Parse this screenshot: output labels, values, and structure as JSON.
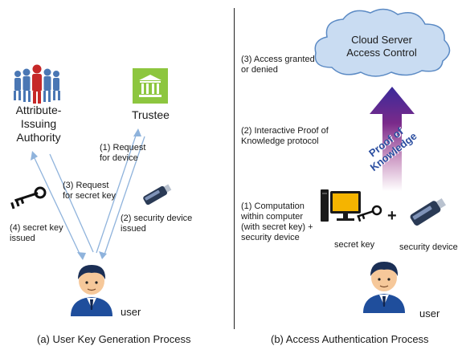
{
  "left": {
    "authority": {
      "line1": "Attribute-",
      "line2": "Issuing",
      "line3": "Authority"
    },
    "trustee": "Trustee",
    "step1": {
      "line1": "(1) Request",
      "line2": "for device"
    },
    "step2": {
      "line1": "(2) security device",
      "line2": "issued"
    },
    "step3": {
      "line1": "(3) Request",
      "line2": "for secret key"
    },
    "step4": {
      "line1": "(4) secret key",
      "line2": "issued"
    },
    "user": "user",
    "caption": "(a) User Key Generation Process"
  },
  "right": {
    "cloud": {
      "line1": "Cloud Server",
      "line2": "Access Control"
    },
    "step3": {
      "line1": "(3) Access granted",
      "line2": "or denied"
    },
    "step2": {
      "line1": "(2) Interactive Proof of",
      "line2": "Knowledge protocol"
    },
    "step1": {
      "line1": "(1) Computation",
      "line2": "within computer",
      "line3": "(with secret key) +",
      "line4": "security device"
    },
    "arrow_text": {
      "line1": "Proof of",
      "line2": "Knowledge"
    },
    "plus": "+",
    "secret_key": "secret key",
    "security_device": "security device",
    "user": "user",
    "caption": "(b) Access Authentication Process"
  },
  "colors": {
    "trustee_green": "#8dc63f",
    "authority_red": "#c62828",
    "authority_blue": "#4a77b4",
    "arrow_top": "#3a2a9a",
    "arrow_bottom": "#ffffff",
    "cloud_fill": "#c9dcf2",
    "cloud_stroke": "#5b8ac4",
    "user_blue": "#1f4e9c",
    "user_skin": "#f6c89a"
  },
  "icons": [
    "group-icon",
    "bank-icon",
    "key-icon",
    "usb-device-icon",
    "computer-icon",
    "user-avatar-icon",
    "cloud-icon"
  ]
}
